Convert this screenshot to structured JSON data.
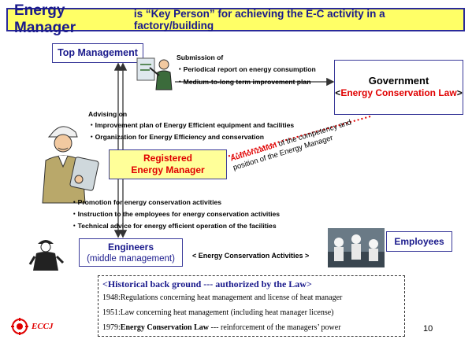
{
  "title": {
    "main": "Energy Manager",
    "rest": "is “Key Person” for achieving the E-C activity in a factory/building"
  },
  "top_management": "Top Management",
  "submission": {
    "heading": "Submission of",
    "items": [
      "Periodical report on energy consumption",
      "Medium-to-long term improvement plan"
    ]
  },
  "government": {
    "name": "Government",
    "law_open": "<",
    "law": "Energy Conservation Law",
    "law_close": ">"
  },
  "advising": {
    "heading": "Advising on",
    "items": [
      "Improvement plan of Energy Efficient equipment and facilities",
      "Organization for Energy Efficiency and conservation"
    ]
  },
  "registered_manager": {
    "line1": "Registered",
    "line2": "Energy Manager"
  },
  "authorization": {
    "keyword": "Authorization",
    "rest1": "of the competency and",
    "rest2": "position of the Energy Manager"
  },
  "promotion_items": [
    "Promotion for energy conservation activities",
    "Instruction to the employees for energy conservation activities",
    "Technical advice for energy efficient operation of the facilities"
  ],
  "engineers": {
    "line1": "Engineers",
    "line2": "(middle management)"
  },
  "ec_activities": "< Energy Conservation Activities >",
  "employees": "Employees",
  "history": {
    "heading": "<Historical back ground --- authorized by the Law>",
    "entries": [
      {
        "year": "1948",
        "pre": ":Regulations concerning heat management and license of heat manager",
        "bold": "",
        "post": ""
      },
      {
        "year": "1951",
        "pre": ":Law concerning heat management  (including heat manager license)",
        "bold": "",
        "post": ""
      },
      {
        "year": "1979",
        "pre": ":",
        "bold": "Energy Conservation Law",
        "post": " --- reinforcement of the managers’ power"
      }
    ]
  },
  "logo_text": "ECCJ",
  "page_number": "10",
  "colors": {
    "title_bg": "#ffff66",
    "title_text": "#1a1a8c",
    "box_border": "#3a3a9a",
    "manager_box_bg": "#ffff99",
    "accent_red": "#e00000",
    "arrow": "#333333"
  }
}
